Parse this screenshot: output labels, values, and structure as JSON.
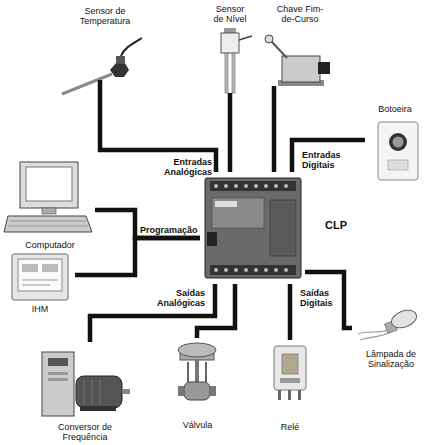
{
  "diagram": {
    "nodes": [
      {
        "text": [
          "Sensor de Temperatura"
        ]
      },
      {
        "text": [
          "Sensor de Nível"
        ]
      },
      {
        "text": [
          "Chave Fim-de-Curso"
        ]
      },
      {
        "text": [
          "Botoeira"
        ]
      },
      {
        "text": [
          "Computador"
        ]
      },
      {
        "text": [
          "CLP"
        ]
      },
      {
        "text": [
          "IHM"
        ]
      },
      {
        "text": [
          "Lâmpada de Sinalização"
        ]
      },
      {
        "text": [
          "Conversor de Frequência"
        ]
      },
      {
        "text": [
          "Válvula"
        ]
      },
      {
        "text": [
          "Relé"
        ]
      }
    ],
    "edges": [
      {
        "from": 0,
        "to": 5,
        "arrow": "none"
      },
      {
        "from": 1,
        "to": 5,
        "arrow": "none"
      },
      {
        "from": 2,
        "to": 5,
        "arrow": "none"
      },
      {
        "from": 3,
        "to": 5,
        "arrow": "none"
      },
      {
        "from": 4,
        "to": 5,
        "arrow": "none"
      },
      {
        "from": 6,
        "to": 5,
        "arrow": "none"
      },
      {
        "from": 5,
        "to": 8,
        "arrow": "none"
      },
      {
        "from": 5,
        "to": 9,
        "arrow": "none"
      },
      {
        "from": 5,
        "to": 10,
        "arrow": "none"
      },
      {
        "from": 5,
        "to": 7,
        "arrow": "none"
      }
    ],
    "labels": [
      "Entradas Analógicas",
      "Entradas Digitais",
      "Programação",
      "Saídas Analógicas",
      "Saídas Digitais"
    ]
  }
}
